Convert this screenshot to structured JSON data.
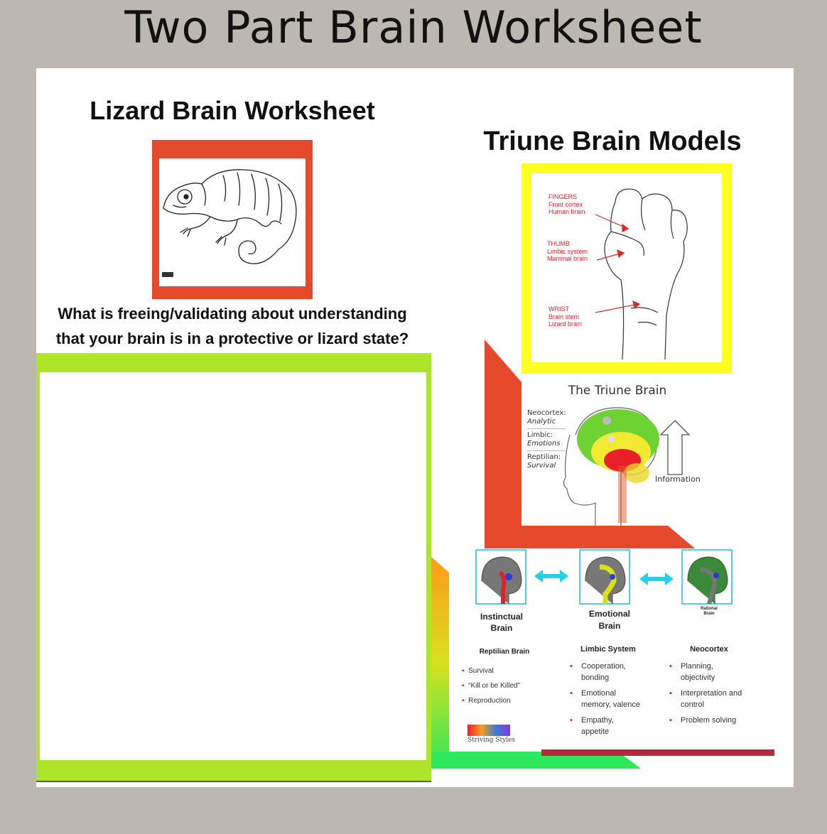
{
  "banner": {
    "title": "Two Part Brain Worksheet"
  },
  "left": {
    "title": "Lizard Brain Worksheet",
    "question_line1": "What is freeing/validating about understanding",
    "question_line2": "that your brain is in a protective or lizard state?"
  },
  "right": {
    "title": "Triune Brain Models",
    "hand": {
      "fingers": [
        "FINGERS",
        "Front cortex",
        "Human brain"
      ],
      "thumb": [
        "THUMB",
        "Limbic system",
        "Mammal brain"
      ],
      "wrist": [
        "WRIST",
        "Brain stem",
        "Lizard brain"
      ]
    },
    "triune": {
      "title": "The Triune Brain",
      "layers": [
        {
          "name": "Neocortex:",
          "desc": "Analytic"
        },
        {
          "name": "Limbic:",
          "desc": "Emotions"
        },
        {
          "name": "Reptilian:",
          "desc": "Survival"
        }
      ],
      "arrow_label": "Information"
    },
    "three": {
      "col1": {
        "heading1": "Instinctual",
        "heading2": "Brain",
        "subhead": "Reptilian Brain",
        "bullets": [
          "Survival",
          "“Kill or be Killed”",
          "Reproduction"
        ]
      },
      "col2": {
        "heading1": "Emotional",
        "heading2": "Brain",
        "subhead": "Limbic System",
        "bullets": [
          "Cooperation,|bonding",
          "Emotional|memory, valence",
          "Empathy,|appetite"
        ]
      },
      "col3": {
        "heading1": "Rational",
        "heading2": "Brain",
        "subhead": "Neocortex",
        "bullets": [
          "Planning,|objectivity",
          "Interpretation and|control",
          "Problem solving"
        ]
      }
    },
    "logo": {
      "name": "Striving Styles"
    }
  },
  "colors": {
    "background": "#bcb7b1",
    "red": "#e54a2d",
    "green": "#aee52b",
    "yellow": "#ffff24",
    "cyan": "#27d0e8",
    "maroon": "#b3293d"
  }
}
